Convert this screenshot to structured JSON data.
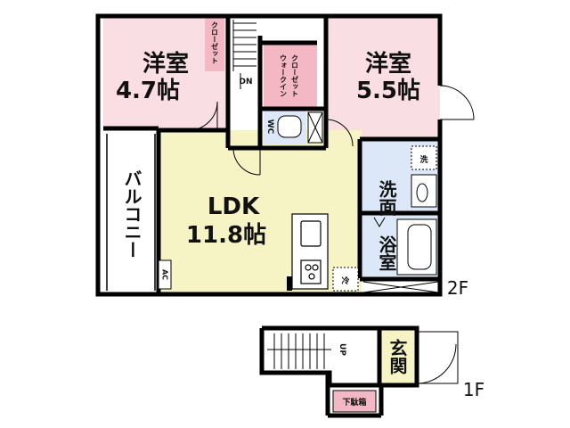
{
  "rooms": {
    "western_left": {
      "name": "洋室",
      "size": "4.7帖"
    },
    "western_right": {
      "name": "洋室",
      "size": "5.5帖"
    },
    "ldk": {
      "name": "LDK",
      "size": "11.8帖"
    },
    "balcony": "バルコニー",
    "washroom": "洗面",
    "bathroom": "浴室",
    "entrance": "玄関"
  },
  "labels": {
    "closet": "クローゼット",
    "walkin_closet": "ウォークインクローゼット",
    "dn": "DN",
    "up": "UP",
    "wc": "WC",
    "ac": "AC",
    "washer": "洗",
    "fridge": "冷",
    "shoe_box": "下駄箱"
  },
  "floors": {
    "upper": "2F",
    "lower": "1F"
  },
  "colors": {
    "western_room": "#f9dfe3",
    "ldk": "#f6f3c4",
    "wet_area": "#dce8f7",
    "closet": "#f3b8c4",
    "wall": "#000000"
  }
}
